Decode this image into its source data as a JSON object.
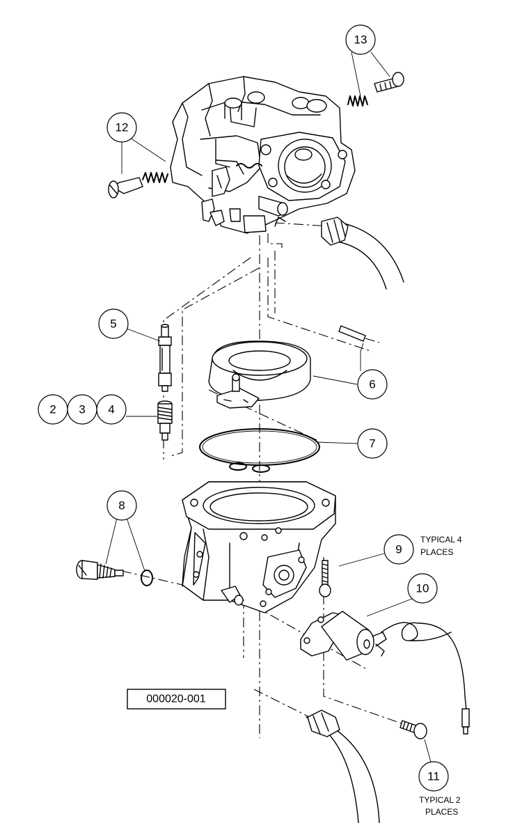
{
  "callouts": {
    "c2": "2",
    "c3": "3",
    "c4": "4",
    "c5": "5",
    "c6": "6",
    "c7": "7",
    "c8": "8",
    "c9": "9",
    "c10": "10",
    "c11": "11",
    "c12": "12",
    "c13": "13"
  },
  "notes": {
    "typical4_line1": "TYPICAL 4",
    "typical4_line2": "PLACES",
    "typical2_line1": "TYPICAL 2",
    "typical2_line2": "PLACES"
  },
  "figure_id": "000020-001"
}
